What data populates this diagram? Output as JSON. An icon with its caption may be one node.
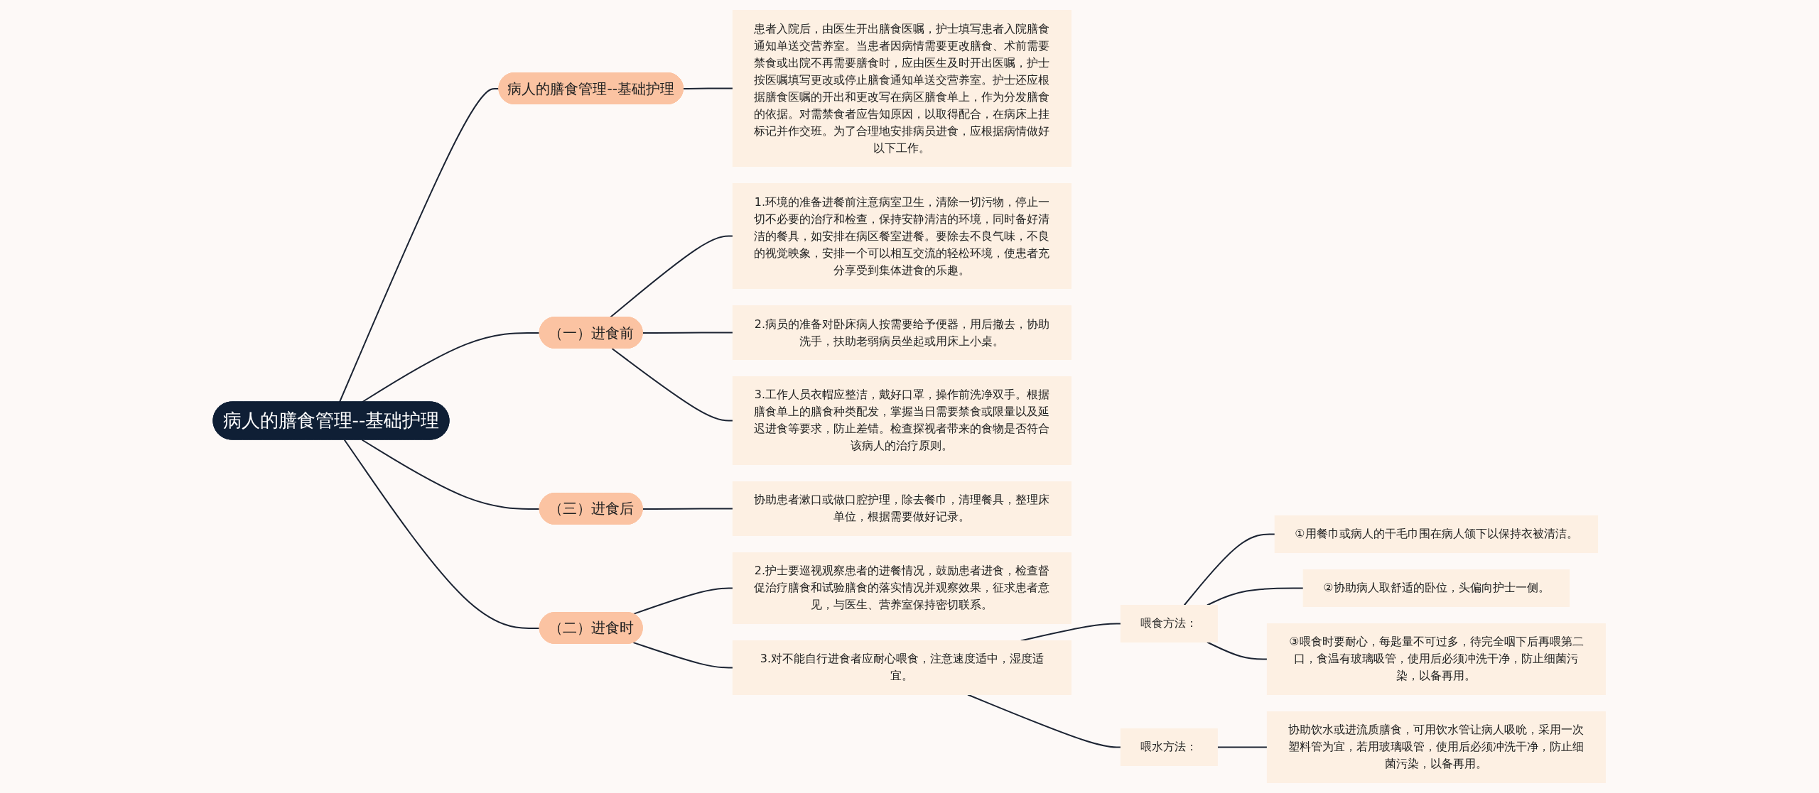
{
  "diagram": {
    "nodes": [
      {
        "text": [
          "病人的膳食管理--基础护理"
        ]
      },
      {
        "text": [
          "病人的膳食管理--基础护理"
        ]
      },
      {
        "text": [
          "患者入院后，由医生开出膳食医嘱，护士填写患者入院膳食通知单送交营养室。当患者因病情需要更改膳食、术前需要禁食或出院不再需要膳食时，应由医生及时开出医嘱，护士按医嘱填写更改或停止膳食通知单送交营养室。护士还应根据膳食医嘱的开出和更改写在病区膳食单上，作为分发膳食的依据。对需禁食者应告知原因，以取得配合，在病床上挂标记并作交班。为了合理地安排病员进食，应根据病情做好以下工作。"
        ]
      },
      {
        "text": [
          "（一）进食前"
        ]
      },
      {
        "text": [
          "1.环境的准备进餐前注意病室卫生，清除一切污物，停止一切不必要的治疗和检查，保持安静清洁的环境，同时备好清洁的餐具，如安排在病区餐室进餐。要除去不良气味，不良的视觉映象，安排一个可以相互交流的轻松环境，使患者充分享受到集体进食的乐趣。"
        ]
      },
      {
        "text": [
          "2.病员的准备对卧床病人按需要给予便器，用后撤去，协助洗手，扶助老弱病员坐起或用床上小桌。"
        ]
      },
      {
        "text": [
          "3.工作人员衣帽应整洁，戴好口罩，操作前洗净双手。根据膳食单上的膳食种类配发，掌握当日需要禁食或限量以及延迟进食等要求，防止差错。检查探视者带来的食物是否符合该病人的治疗原则。"
        ]
      },
      {
        "text": [
          "（二）进食时"
        ]
      },
      {
        "text": [
          "2.护士要巡视观察患者的进餐情况，鼓励患者进食，检查督促治疗膳食和试验膳食的落实情况并观察效果，征求患者意见，与医生、营养室保持密切联系。"
        ]
      },
      {
        "text": [
          "3.对不能自行进食者应耐心喂食，注意速度适中，湿度适宜。"
        ]
      },
      {
        "text": [
          "喂食方法："
        ]
      },
      {
        "text": [
          "①用餐巾或病人的干毛巾围在病人颌下以保持衣被清洁。"
        ]
      },
      {
        "text": [
          "②协助病人取舒适的卧位，头偏向护士一侧。"
        ]
      },
      {
        "text": [
          "③喂食时要耐心，每匙量不可过多，待完全咽下后再喂第二口，食温有玻璃吸管，使用后必须冲洗干净，防止细菌污染，以备再用。"
        ]
      },
      {
        "text": [
          "喂水方法："
        ]
      },
      {
        "text": [
          "协助饮水或进流质膳食，可用饮水管让病人吸吮，采用一次塑料管为宜，若用玻璃吸管，使用后必须冲洗干净，防止细菌污染，以备再用。"
        ]
      },
      {
        "text": [
          "（三）进食后"
        ]
      },
      {
        "text": [
          "协助患者漱口或做口腔护理，除去餐巾，清理餐具，整理床单位，根据需要做好记录。"
        ]
      }
    ],
    "edges": [
      {
        "from": 0,
        "to": 1,
        "arrow": "none"
      },
      {
        "from": 1,
        "to": 2,
        "arrow": "none"
      },
      {
        "from": 0,
        "to": 3,
        "arrow": "none"
      },
      {
        "from": 3,
        "to": 4,
        "arrow": "none"
      },
      {
        "from": 3,
        "to": 5,
        "arrow": "none"
      },
      {
        "from": 3,
        "to": 6,
        "arrow": "none"
      },
      {
        "from": 0,
        "to": 7,
        "arrow": "none"
      },
      {
        "from": 7,
        "to": 8,
        "arrow": "none"
      },
      {
        "from": 7,
        "to": 9,
        "arrow": "none"
      },
      {
        "from": 9,
        "to": 10,
        "arrow": "none"
      },
      {
        "from": 10,
        "to": 11,
        "arrow": "none"
      },
      {
        "from": 10,
        "to": 12,
        "arrow": "none"
      },
      {
        "from": 10,
        "to": 13,
        "arrow": "none"
      },
      {
        "from": 9,
        "to": 14,
        "arrow": "none"
      },
      {
        "from": 14,
        "to": 15,
        "arrow": "none"
      },
      {
        "from": 0,
        "to": 16,
        "arrow": "none"
      },
      {
        "from": 16,
        "to": 17,
        "arrow": "none"
      }
    ]
  }
}
